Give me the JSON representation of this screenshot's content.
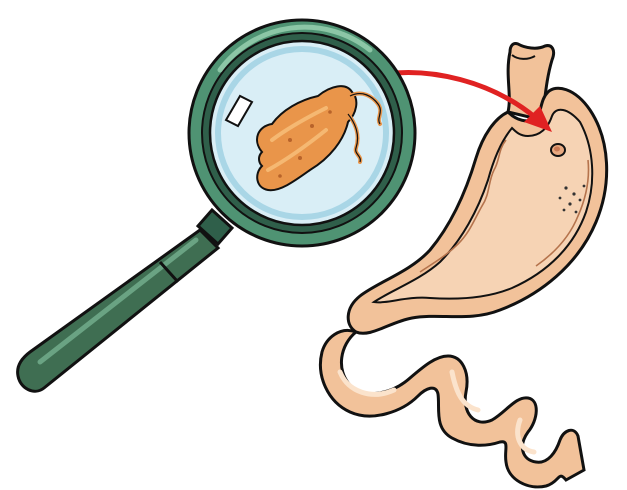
{
  "scene": {
    "background": "#ffffff",
    "subjects": [
      "magnifying-glass",
      "bacterium",
      "stomach",
      "pointer-arrow",
      "ulcer-spot"
    ],
    "colors": {
      "lens_rim": "#4f9373",
      "lens_rim_dark": "#2f5f4a",
      "handle": "#3f6e52",
      "lens_glass": "#d9eef6",
      "lens_glass_edge": "#a9d6e6",
      "bacterium": "#e9954a",
      "bacterium_light": "#f5b872",
      "stomach_outer": "#f2c29a",
      "stomach_inner": "#f6d3b4",
      "stomach_shadow": "#e8a980",
      "arrow": "#e02222",
      "outline": "#111111"
    }
  }
}
